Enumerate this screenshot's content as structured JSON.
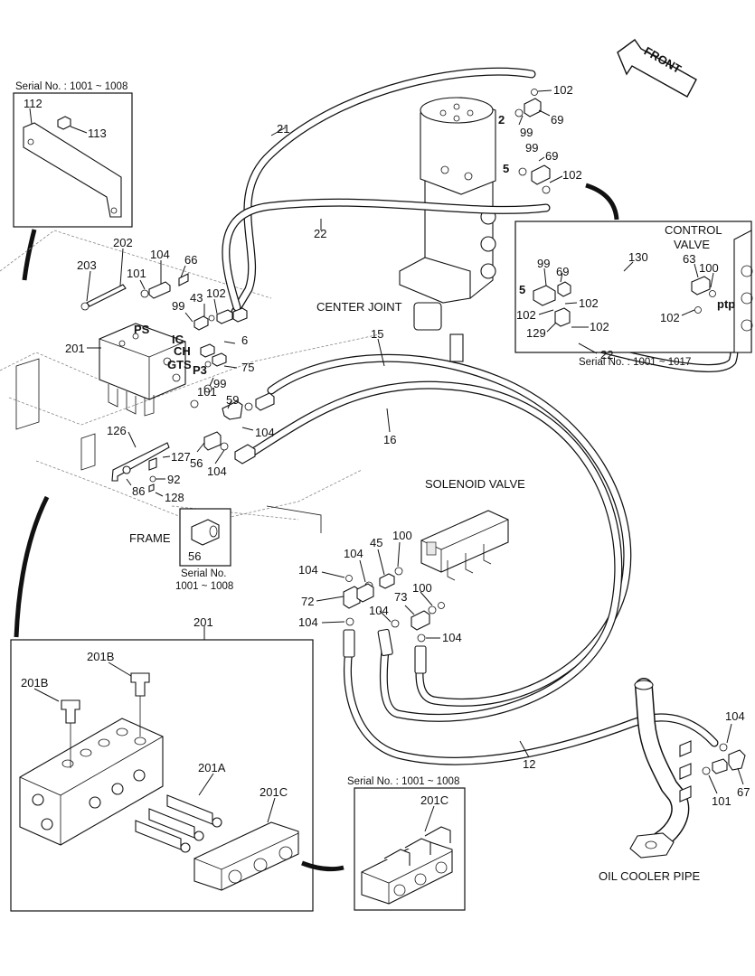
{
  "front_arrow": {
    "label": "FRONT"
  },
  "captions": {
    "center_joint": "CENTER JOINT",
    "control_valve_line1": "CONTROL",
    "control_valve_line2": "VALVE",
    "solenoid_valve": "SOLENOID VALVE",
    "frame": "FRAME",
    "oil_cooler_pipe": "OIL COOLER PIPE"
  },
  "serial_notes": {
    "top_left": "Serial No. : 1001 ~ 1008",
    "control_valve": "Serial No. : 1001 ~ 1017",
    "frame_line1": "Serial No.",
    "frame_line2": "1001 ~ 1008",
    "bottom_right": "Serial No. : 1001 ~ 1008"
  },
  "port_labels": {
    "ps": "PS",
    "ic": "IC",
    "ch": "CH",
    "gts": "GTS",
    "p3": "P3",
    "ptp": "ptp",
    "port_2": "2",
    "port_5_top": "5",
    "port_5_cv": "5"
  },
  "part_numbers": {
    "p102_a": "102",
    "p69_a": "69",
    "p99_a": "99",
    "p99_b": "99",
    "p69_b": "69",
    "p102_b": "102",
    "p21": "21",
    "p22": "22",
    "p112": "112",
    "p113": "113",
    "p202": "202",
    "p203": "203",
    "p104_a": "104",
    "p66": "66",
    "p101_a": "101",
    "p43": "43",
    "p102_c": "102",
    "p99_c": "99",
    "p6": "6",
    "p75": "75",
    "p99_d": "99",
    "p201_a": "201",
    "p101_b": "101",
    "p59": "59",
    "p104_b": "104",
    "p126": "126",
    "p127": "127",
    "p56_a": "56",
    "p104_c": "104",
    "p92": "92",
    "p86": "86",
    "p128": "128",
    "p56_b": "56",
    "p15": "15",
    "p16": "16",
    "p99_cv": "99",
    "p69_cv": "69",
    "p130": "130",
    "p63": "63",
    "p100_cv": "100",
    "p102_cv1": "102",
    "p102_cv2": "102",
    "p102_cv3": "102",
    "p102_cv4": "102",
    "p129": "129",
    "p22_cv": "22",
    "p100_a": "100",
    "p45": "45",
    "p104_d": "104",
    "p104_e": "104",
    "p72": "72",
    "p73": "73",
    "p100_b": "100",
    "p104_f": "104",
    "p104_g": "104",
    "p104_h": "104",
    "p201_b": "201",
    "p201b_a": "201B",
    "p201b_b": "201B",
    "p201a": "201A",
    "p201c_a": "201C",
    "p201c_b": "201C",
    "p12": "12",
    "p104_i": "104",
    "p101_c": "101",
    "p67": "67"
  }
}
